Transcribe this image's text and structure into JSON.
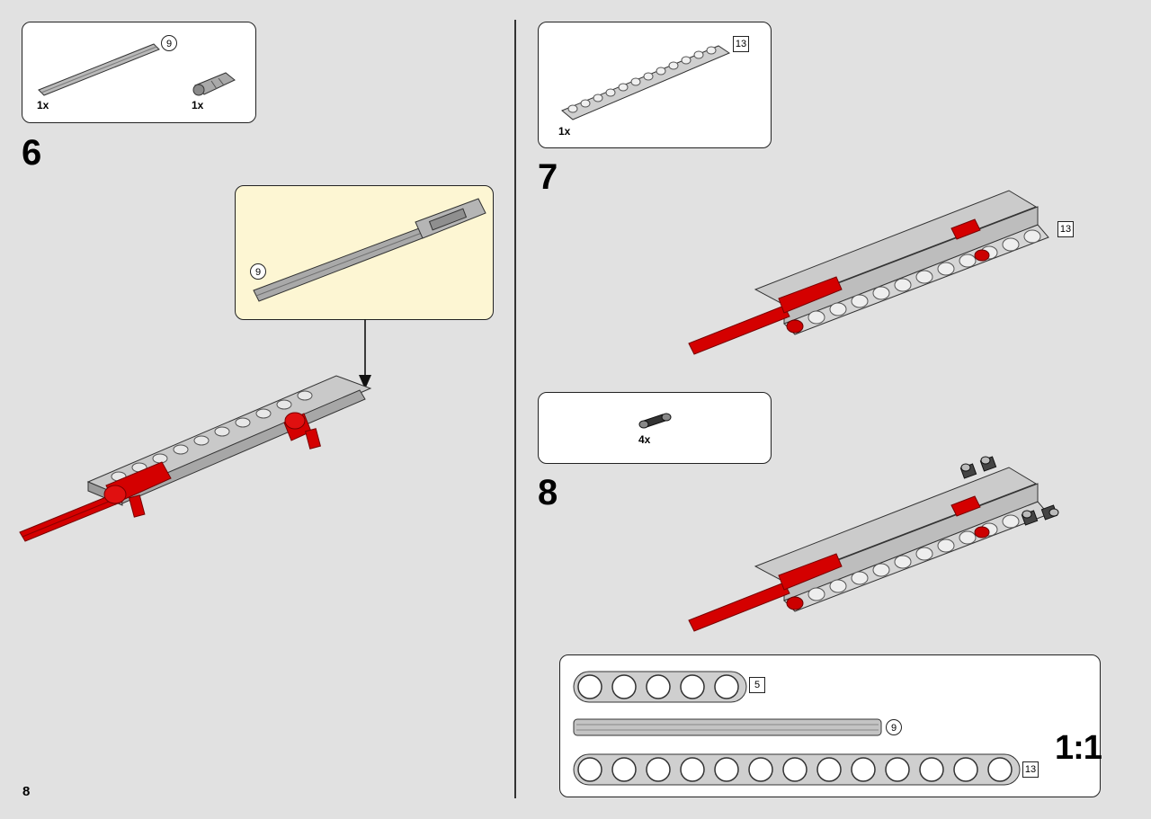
{
  "page_number": "8",
  "steps": {
    "s6": {
      "number": "6"
    },
    "s7": {
      "number": "7"
    },
    "s8": {
      "number": "8"
    }
  },
  "parts": {
    "s6_axle_len": "9",
    "s6_axle_qty": "1x",
    "s6_connector_qty": "1x",
    "s7_beam_len": "13",
    "s7_beam_qty": "1x",
    "s8_pin_qty": "4x"
  },
  "callout": {
    "axle_len": "9"
  },
  "assembly": {
    "s7_beam_len": "13"
  },
  "ruler": {
    "beam5_label": "5",
    "axle9_label": "9",
    "beam13_label": "13",
    "scale_label": "1:1"
  },
  "colors": {
    "red": "#d40000",
    "grey": "#c8c8c8",
    "callout_bg": "#fdf6d3"
  }
}
